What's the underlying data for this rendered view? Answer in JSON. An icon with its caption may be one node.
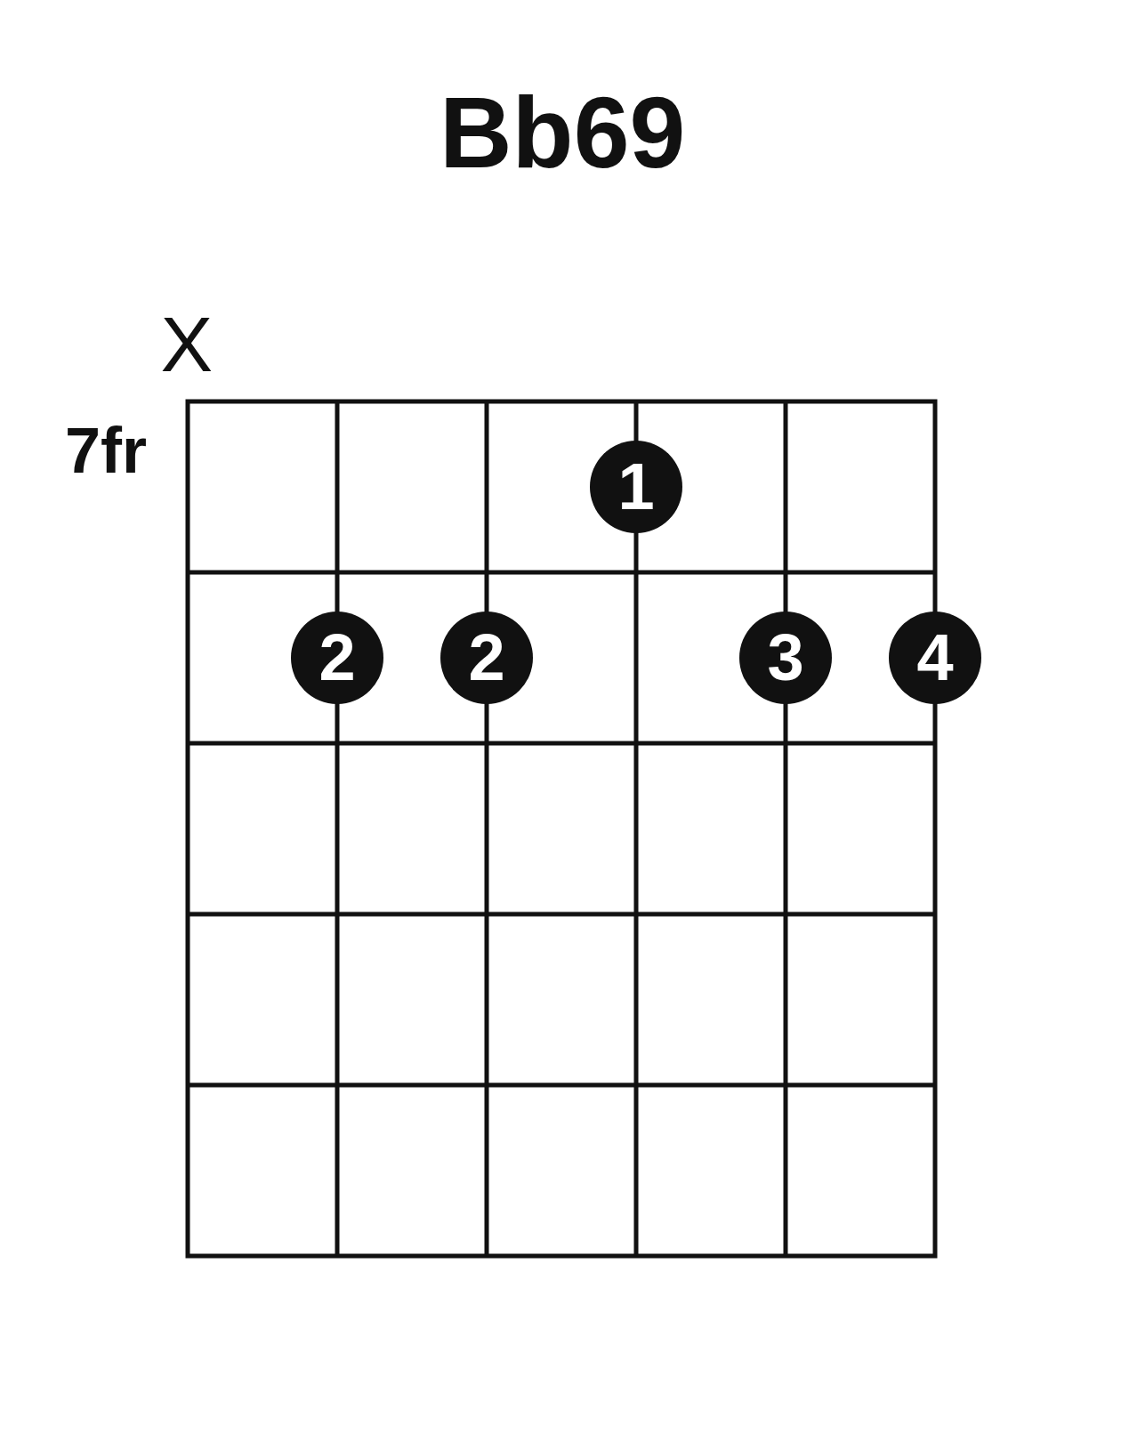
{
  "diagram": {
    "title": "Bb69",
    "nodes": [
      {
        "text": [
          "1"
        ]
      },
      {
        "text": [
          "2"
        ]
      },
      {
        "text": [
          "2"
        ]
      },
      {
        "text": [
          "3"
        ]
      },
      {
        "text": [
          "4"
        ]
      }
    ],
    "edges": [],
    "labels": [
      "X",
      "7fr"
    ]
  }
}
